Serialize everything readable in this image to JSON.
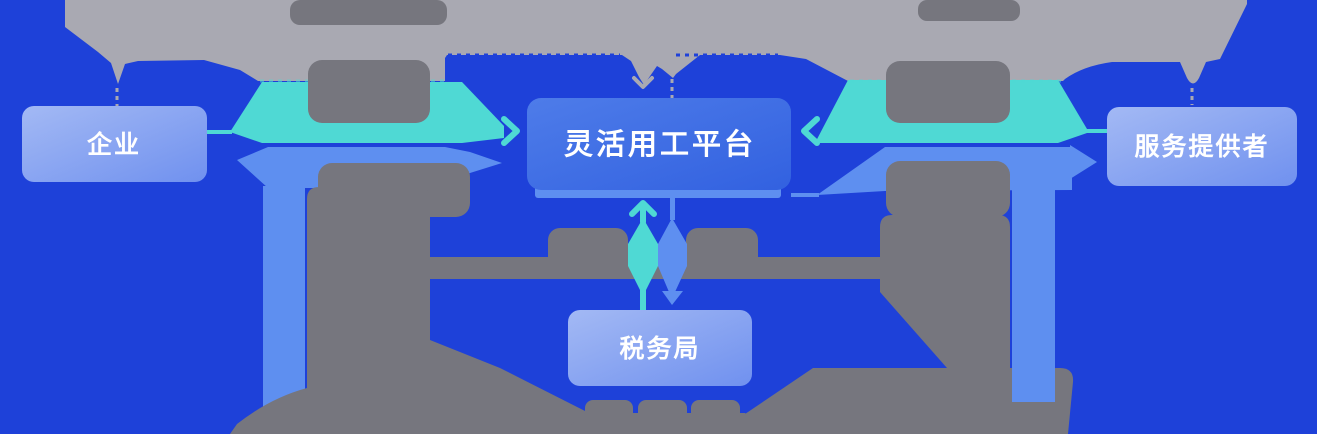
{
  "diagram": {
    "type": "flow-diagram",
    "nodes": {
      "enterprise": {
        "label": "企业"
      },
      "platform": {
        "label": "灵活用工平台"
      },
      "service_provider": {
        "label": "服务提供者"
      },
      "tax_bureau": {
        "label": "税务局"
      }
    },
    "colors": {
      "background": "#1e41d9",
      "teal": "#4fd9d4",
      "cornflower": "#5e8ff0",
      "gray_light": "#a9a9b2",
      "gray_dark": "#76767e",
      "node_box_gradient_start": "#a3b9f4",
      "node_box_gradient_end": "#7091ef",
      "platform_box_gradient_start": "#4e7ce9",
      "platform_box_gradient_end": "#3261e0",
      "label_text": "#ffffff"
    }
  }
}
